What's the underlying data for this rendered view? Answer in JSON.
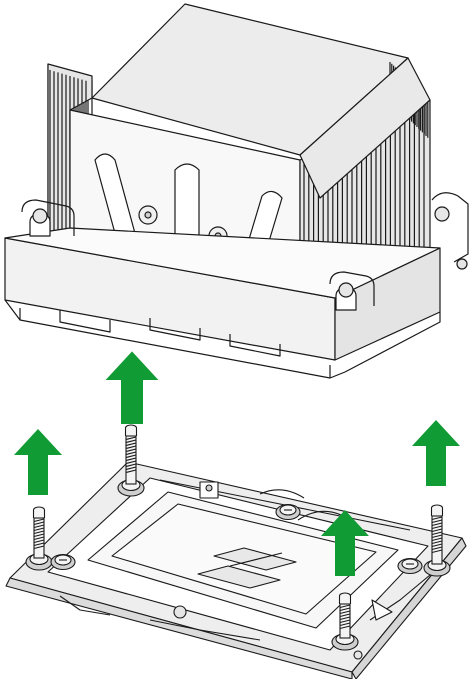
{
  "figure": {
    "description_visible_text": "",
    "colors": {
      "line": "#1a1a1a",
      "fill_light": "#f4f4f4",
      "fill_mid": "#e6e6e6",
      "fill_dark": "#cfcfcf",
      "arrow": "#119b35"
    },
    "arrows": [
      {
        "name": "up-arrow-heatsink",
        "direction": "up"
      },
      {
        "name": "up-arrow-left-screw",
        "direction": "up"
      },
      {
        "name": "up-arrow-right-screw",
        "direction": "up"
      },
      {
        "name": "up-arrow-center",
        "direction": "up"
      }
    ],
    "parts": [
      {
        "name": "heatsink",
        "kind": "finned-heatsink"
      },
      {
        "name": "bracket-frame",
        "kind": "socket-bracket"
      },
      {
        "name": "cpu-carrier",
        "kind": "carrier-plate"
      },
      {
        "name": "screw",
        "kind": "standoff-screw",
        "count": 4
      }
    ]
  }
}
